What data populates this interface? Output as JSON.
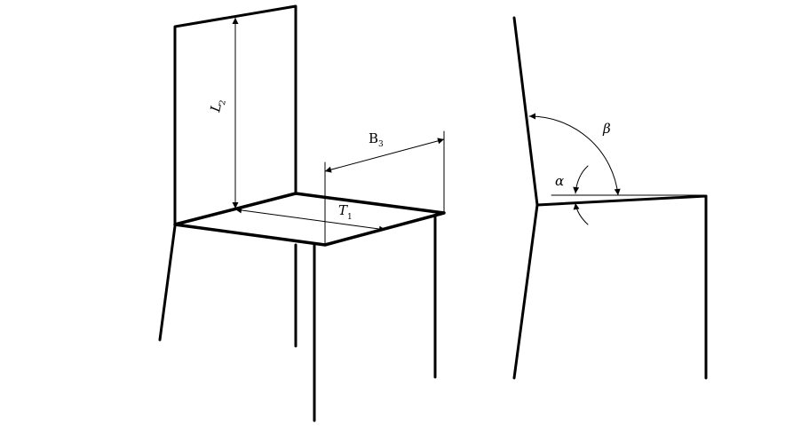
{
  "diagram": {
    "title": "",
    "colors": {
      "stroke": "#000000",
      "background": "#ffffff"
    },
    "left_view": {
      "description": "Isometric chair with backrest and seat dimensions",
      "labels": {
        "backrest_height": "L",
        "backrest_height_sub": "2",
        "seat_width": "B",
        "seat_width_sub": "3",
        "seat_depth": "T",
        "seat_depth_sub": "1"
      }
    },
    "right_view": {
      "description": "Side profile showing seat and backrest angles",
      "labels": {
        "backrest_angle": "β",
        "seat_angle": "α"
      }
    }
  }
}
